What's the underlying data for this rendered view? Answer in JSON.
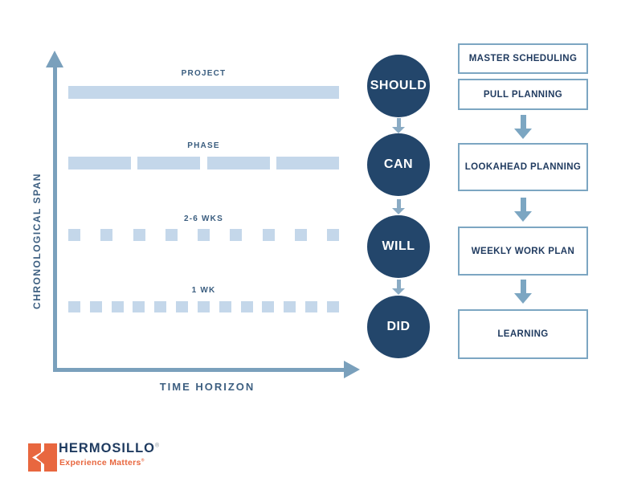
{
  "colors": {
    "bar_fill": "#c4d7ea",
    "circle_fill": "#23466b",
    "circle_text": "#ffffff",
    "box_border": "#7ca6c2",
    "box_text": "#1f3a5f",
    "axis": "#7aa0bc",
    "axis_label": "#3d5f81",
    "row_label": "#3a5d7f",
    "arrow_small": "#8aabc4",
    "logo_orange": "#e8673f",
    "logo_navy": "#1e3a5f"
  },
  "axes": {
    "y_label": "CHRONOLOGICAL SPAN",
    "x_label": "TIME HORIZON"
  },
  "rows": [
    {
      "label": "PROJECT",
      "segments": 1
    },
    {
      "label": "PHASE",
      "segments": 4
    },
    {
      "label": "2-6 WKS",
      "segments": 9
    },
    {
      "label": "1 WK",
      "segments": 13
    }
  ],
  "circles": [
    {
      "label": "SHOULD"
    },
    {
      "label": "CAN"
    },
    {
      "label": "WILL"
    },
    {
      "label": "DID"
    }
  ],
  "boxes": [
    {
      "label": "MASTER SCHEDULING"
    },
    {
      "label": "PULL PLANNING"
    },
    {
      "label": "LOOKAHEAD PLANNING"
    },
    {
      "label": "WEEKLY WORK PLAN"
    },
    {
      "label": "LEARNING"
    }
  ],
  "logo": {
    "name": "HERMOSILLO",
    "registered": "®",
    "tagline": "Experience Matters",
    "tagline_registered": "®"
  }
}
